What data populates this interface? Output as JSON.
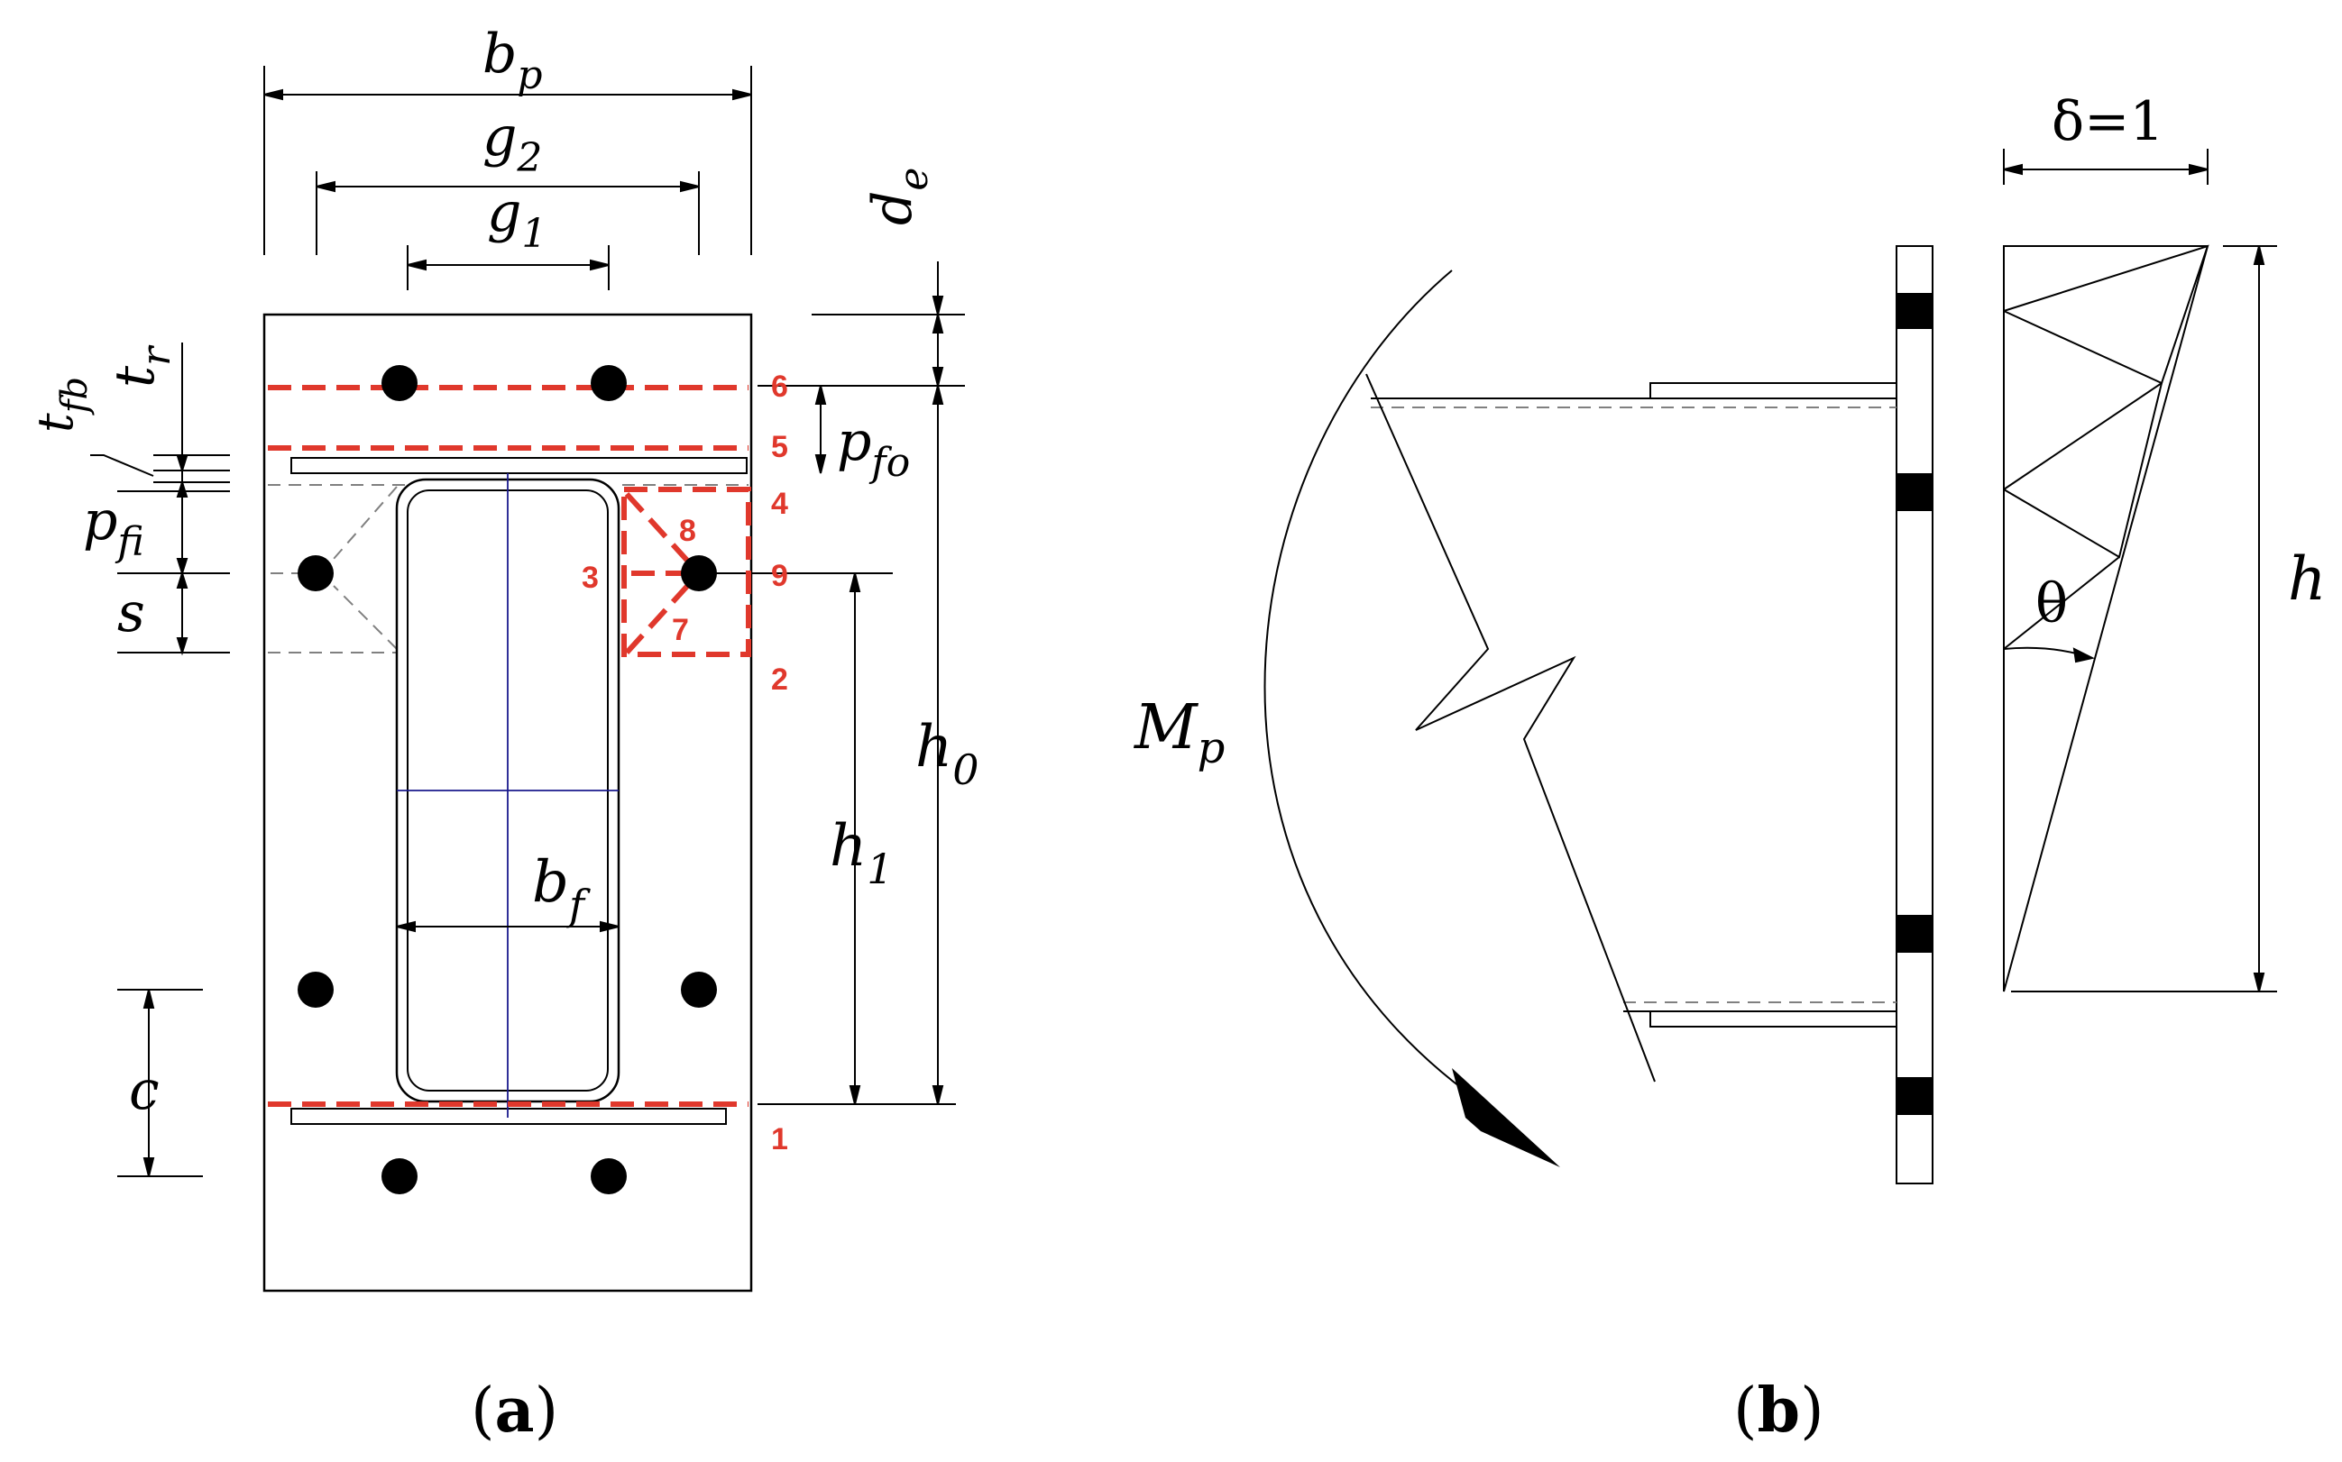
{
  "panel_a": {
    "dimensions": {
      "bp": {
        "main": "b",
        "sub": "p"
      },
      "g2": {
        "main": "g",
        "sub": "2"
      },
      "g1": {
        "main": "g",
        "sub": "1"
      },
      "de": {
        "main": "d",
        "sub": "e"
      },
      "tfb": {
        "main": "t",
        "sub": "fb"
      },
      "tr": {
        "main": "t",
        "sub": "r"
      },
      "pfo": {
        "main": "p",
        "sub": "fo"
      },
      "pfi": {
        "main": "p",
        "sub": "fi"
      },
      "s": "s",
      "h0": {
        "main": "h",
        "sub": "0"
      },
      "h1": {
        "main": "h",
        "sub": "1"
      },
      "bf": {
        "main": "b",
        "sub": "f"
      },
      "c": "c"
    },
    "yield_lines": [
      "1",
      "2",
      "3",
      "4",
      "5",
      "6",
      "7",
      "8",
      "9"
    ],
    "caption": {
      "open": "(",
      "letter": "a",
      "close": ")"
    }
  },
  "panel_b": {
    "delta": "δ=1",
    "theta": "θ",
    "h": "h",
    "moment": {
      "main": "M",
      "sub": "p"
    },
    "caption": {
      "open": "(",
      "letter": "b",
      "close": ")"
    }
  },
  "colors": {
    "line": "#000000",
    "yield_line": "#e0382c",
    "axis_blue": "#1a1a8c",
    "dashed_gray": "#808080"
  }
}
